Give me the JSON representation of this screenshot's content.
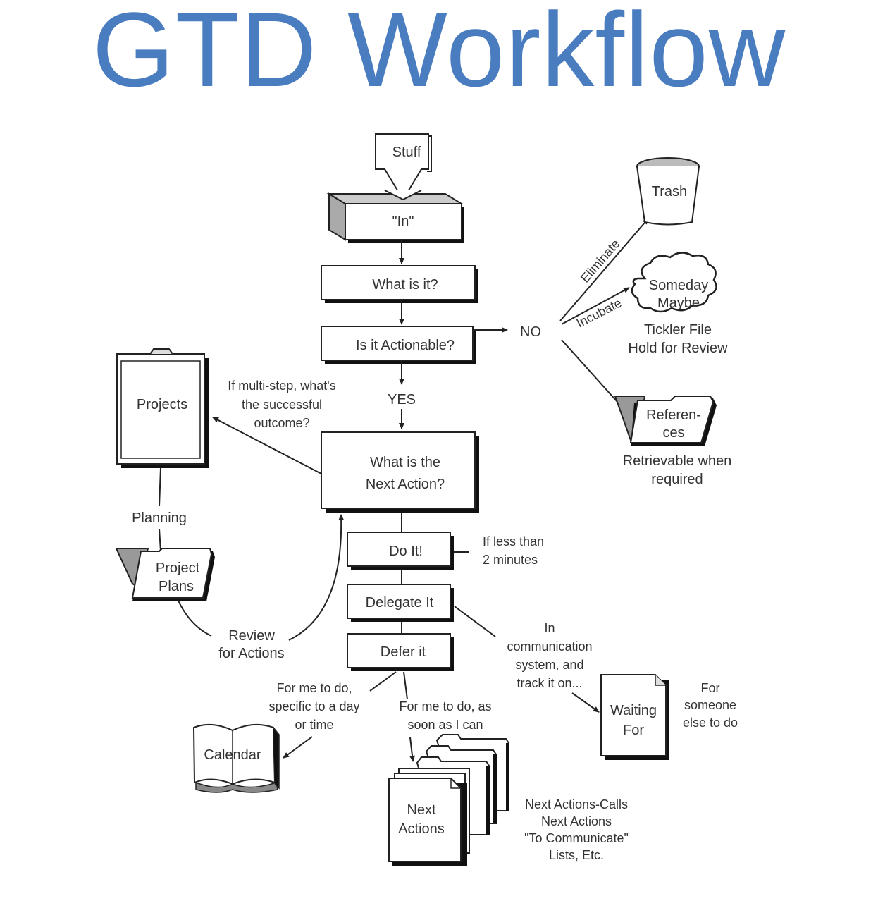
{
  "title": "GTD Workflow",
  "colors": {
    "title": "#4a7dc0",
    "ink": "#222222",
    "shade": "#999999"
  },
  "nodes": {
    "stuff": "Stuff",
    "in": "\"In\"",
    "what_is_it": "What is it?",
    "actionable": "Is it Actionable?",
    "no": "NO",
    "yes": "YES",
    "next_action": [
      "What is the",
      "Next Action?"
    ],
    "do_it": "Do It!",
    "delegate_it": "Delegate It",
    "defer_it": "Defer it",
    "projects": "Projects",
    "project_plans": [
      "Project",
      "Plans"
    ],
    "trash": "Trash",
    "someday_maybe": [
      "Someday",
      "Maybe"
    ],
    "references": [
      "Referen-",
      "ces"
    ],
    "calendar": "Calendar",
    "next_actions": [
      "Next",
      "Actions"
    ],
    "waiting_for": [
      "Waiting",
      "For"
    ]
  },
  "edge_labels": {
    "eliminate": "Eliminate",
    "incubate": "Incubate",
    "planning": "Planning",
    "review": [
      "Review",
      "for Actions"
    ]
  },
  "annotations": {
    "tickler": [
      "Tickler File",
      "Hold for Review"
    ],
    "retrievable": [
      "Retrievable when",
      "required"
    ],
    "multi_step": [
      "If multi-step, what's",
      "the successful",
      "outcome?"
    ],
    "less_than": [
      "If less than",
      "2 minutes"
    ],
    "communication": [
      "In",
      "communication",
      "system, and",
      "track it on..."
    ],
    "someone_else": [
      "For",
      "someone",
      "else to do"
    ],
    "specific_day": [
      "For me to do,",
      "specific to a day",
      "or time"
    ],
    "asap": [
      "For me to do, as",
      "soon as I can"
    ],
    "next_actions_lists": [
      "Next Actions-Calls",
      "Next Actions",
      "\"To Communicate\"",
      "Lists, Etc."
    ]
  }
}
